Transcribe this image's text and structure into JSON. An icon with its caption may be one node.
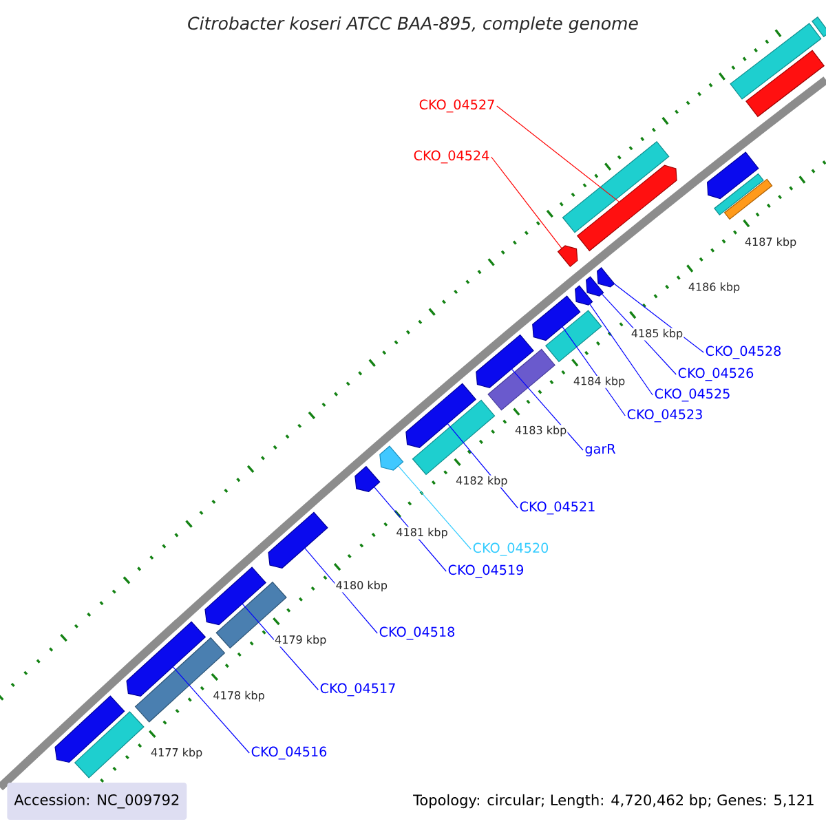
{
  "diagram": {
    "title": "Citrobacter koseri ATCC BAA-895, complete genome",
    "nodes": [
      {
        "text": [
          "CKO_04527"
        ]
      },
      {
        "text": [
          "CKO_04524"
        ]
      },
      {
        "text": [
          "CKO_04528"
        ]
      },
      {
        "text": [
          "CKO_04526"
        ]
      },
      {
        "text": [
          "CKO_04525"
        ]
      },
      {
        "text": [
          "CKO_04523"
        ]
      },
      {
        "text": [
          "garR"
        ]
      },
      {
        "text": [
          "CKO_04521"
        ]
      },
      {
        "text": [
          "CKO_04520"
        ]
      },
      {
        "text": [
          "CKO_04519"
        ]
      },
      {
        "text": [
          "CKO_04518"
        ]
      },
      {
        "text": [
          "CKO_04517"
        ]
      },
      {
        "text": [
          "CKO_04516"
        ]
      },
      {
        "text": [],
        "shape": "bar"
      },
      {
        "text": [],
        "shape": "bar"
      },
      {
        "text": [],
        "shape": "bar"
      },
      {
        "text": [],
        "shape": "bar"
      },
      {
        "text": [],
        "shape": "bar"
      },
      {
        "text": [],
        "shape": "bar"
      },
      {
        "text": [],
        "shape": "bar"
      },
      {
        "text": [],
        "shape": "bar"
      },
      {
        "text": [],
        "shape": "bar"
      },
      {
        "text": [],
        "shape": "bar"
      },
      {
        "text": [],
        "shape": "bar"
      },
      {
        "text": [],
        "shape": "bar"
      },
      {
        "text": [],
        "shape": "bar"
      },
      {
        "text": [],
        "shape": "bar"
      },
      {
        "text": [],
        "shape": "bar"
      },
      {
        "text": [],
        "shape": "bar"
      },
      {
        "text": [],
        "shape": "bar"
      },
      {
        "text": [],
        "shape": "bar"
      },
      {
        "text": [],
        "shape": "bar"
      },
      {
        "text": [],
        "shape": "bar"
      },
      {
        "text": [],
        "shape": "bar"
      },
      {
        "text": [],
        "shape": "bar"
      },
      {
        "text": [],
        "shape": "bar"
      },
      {
        "text": [],
        "shape": "bar"
      },
      {
        "text": [],
        "shape": "bar"
      },
      {
        "text": [],
        "shape": "bar"
      },
      {
        "text": [],
        "shape": "bar"
      }
    ],
    "edges": [
      {
        "from": 0,
        "to": 32,
        "arrow": "none",
        "color": "#ff0000"
      },
      {
        "from": 1,
        "to": 29,
        "arrow": "none",
        "color": "#ff0000"
      },
      {
        "from": 2,
        "to": 31,
        "arrow": "none"
      },
      {
        "from": 3,
        "to": 30,
        "arrow": "none"
      },
      {
        "from": 4,
        "to": 28,
        "arrow": "none"
      },
      {
        "from": 5,
        "to": 27,
        "arrow": "none"
      },
      {
        "from": 6,
        "to": 25,
        "arrow": "none"
      },
      {
        "from": 7,
        "to": 23,
        "arrow": "none"
      },
      {
        "from": 8,
        "to": 21,
        "arrow": "none",
        "color": "#33ccff"
      },
      {
        "from": 9,
        "to": 20,
        "arrow": "none"
      },
      {
        "from": 10,
        "to": 19,
        "arrow": "none"
      },
      {
        "from": 11,
        "to": 18,
        "arrow": "none"
      },
      {
        "from": 12,
        "to": 16,
        "arrow": "none"
      }
    ],
    "labels": [
      "4187 kbp",
      "4186 kbp",
      "4185 kbp",
      "4184 kbp",
      "4183 kbp",
      "4182 kbp",
      "4181 kbp",
      "4180 kbp",
      "4179 kbp",
      "4178 kbp",
      "4177 kbp",
      "Accession: NC_009792",
      "Topology: circular; Length: 4,720,462 bp; Genes: 5,121"
    ]
  }
}
